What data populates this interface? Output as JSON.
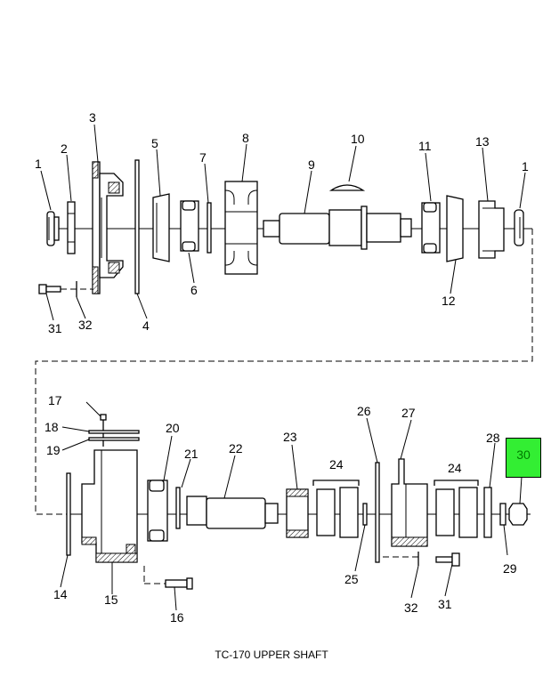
{
  "caption": "TC-170 UPPER SHAFT",
  "highlight": {
    "label": "30",
    "color": "#33ee33"
  },
  "callouts": {
    "c1a": "1",
    "c2": "2",
    "c3": "3",
    "c4": "4",
    "c5": "5",
    "c6": "6",
    "c7": "7",
    "c8": "8",
    "c9": "9",
    "c10": "10",
    "c11": "11",
    "c12": "12",
    "c13": "13",
    "c1b": "1",
    "c31a": "31",
    "c32a": "32",
    "c17": "17",
    "c18": "18",
    "c19": "19",
    "c14": "14",
    "c15": "15",
    "c16": "16",
    "c20": "20",
    "c21": "21",
    "c22": "22",
    "c23": "23",
    "c24a": "24",
    "c25": "25",
    "c26": "26",
    "c27": "27",
    "c24b": "24",
    "c28": "28",
    "c29": "29",
    "c32b": "32",
    "c31b": "31"
  }
}
